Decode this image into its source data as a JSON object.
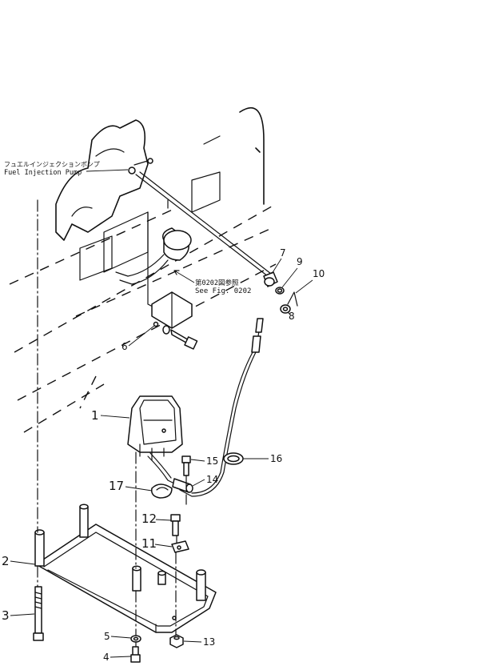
{
  "annotations": {
    "fuel_injection_pump_jp": "フュエルインジェクションポンプ",
    "fuel_injection_pump_en": "Fuel Injection Pump",
    "see_fig_jp": "第0202図参照",
    "see_fig_en": "See Fig. 0202"
  },
  "callouts": [
    "1",
    "2",
    "3",
    "4",
    "5",
    "6",
    "7",
    "8",
    "9",
    "10",
    "11",
    "12",
    "13",
    "14",
    "15",
    "16",
    "17"
  ]
}
